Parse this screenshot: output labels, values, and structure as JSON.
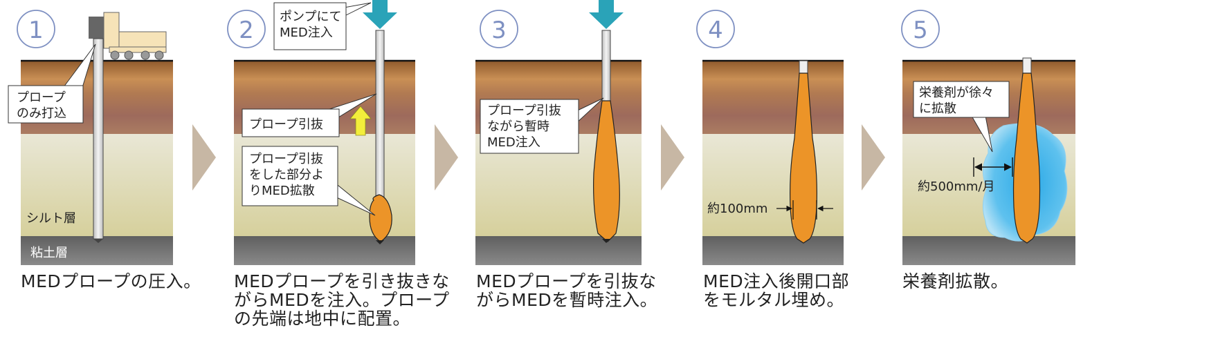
{
  "steps": [
    {
      "number": "1",
      "caption": "MEDプロープの圧入。",
      "callouts": [
        "プロープ\nのみ打込"
      ],
      "layers": [
        "シルト層",
        "粘土層"
      ]
    },
    {
      "number": "2",
      "caption": "MEDプロープを引き抜きな\nがらMEDを注入。プロープ\nの先端は地中に配置。",
      "callouts": [
        "ポンプにて\nMED注入",
        "プロープ引抜",
        "プロープ引抜\nをした部分よ\nりMED拡散"
      ]
    },
    {
      "number": "3",
      "caption": "MEDプロープを引抜な\nがらMEDを暫時注入。",
      "callouts": [
        "プロープ引抜\nながら暫時\nMED注入"
      ]
    },
    {
      "number": "4",
      "caption": "MED注入後開口部\nをモルタル埋め。",
      "dimension": "約100mm"
    },
    {
      "number": "5",
      "caption": "栄養剤拡散。",
      "callouts": [
        "栄養剤が徐々\nに拡散"
      ],
      "dimension": "約500mm/月"
    }
  ],
  "colors": {
    "topsoil_top": "#8f5a2c",
    "topsoil_mid": "#c98f55",
    "topsoil_bottom": "#a66f55",
    "silt_top": "#e8e6d2",
    "silt_bottom": "#d7d29e",
    "clay": "#6d6d6d",
    "probe": "#e6e6e6",
    "med_fill": "#ec9428",
    "diffusion": "#49b8ea",
    "arrow_cyan": "#2aa3b8",
    "arrow_yellow": "#f3ee3b",
    "chevron": "#c7b7a4",
    "step_circle": "#7e90c2"
  }
}
